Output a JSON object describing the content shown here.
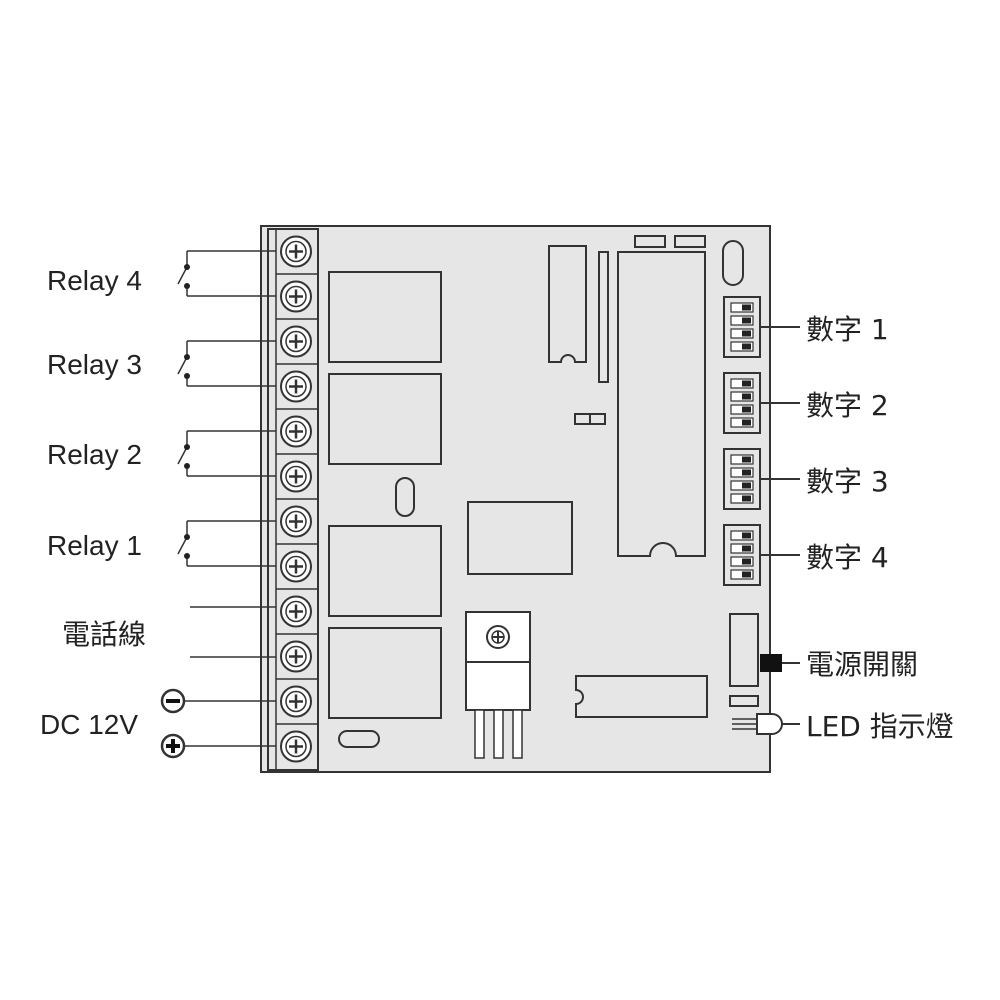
{
  "left_labels": {
    "relay4": "Relay 4",
    "relay3": "Relay 3",
    "relay2": "Relay 2",
    "relay1": "Relay 1",
    "phone_line": "電話線",
    "dc": "DC 12V"
  },
  "polarity": {
    "minus": "−",
    "plus": "+"
  },
  "right_labels": {
    "digit1": "數字 1",
    "digit2": "數字 2",
    "digit3": "數字 3",
    "digit4": "數字 4",
    "power_switch": "電源開關",
    "led": "LED 指示燈"
  },
  "colors": {
    "board": "#e6e6e6",
    "line": "#333333",
    "component": "#ffffff"
  }
}
